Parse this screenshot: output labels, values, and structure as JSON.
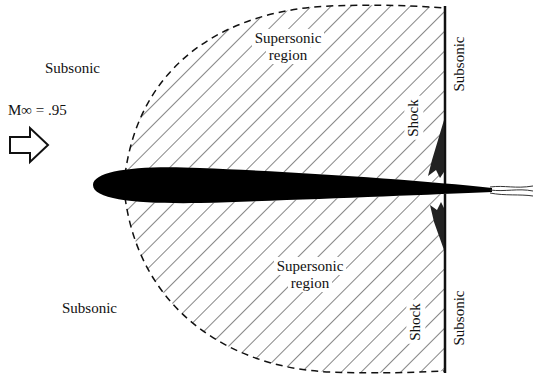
{
  "diagram": {
    "labels": [
      "Subsonic",
      "Supersonic region",
      "Shock",
      "Subsonic",
      "M∞ = .95",
      "Supersonic region",
      "Subsonic",
      "Shock",
      "Subsonic"
    ]
  }
}
